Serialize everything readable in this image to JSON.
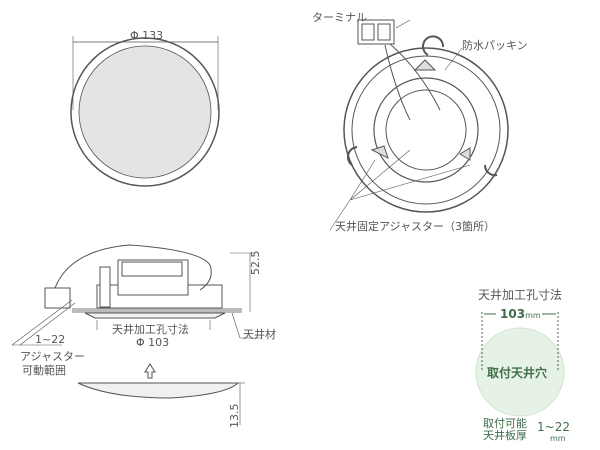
{
  "front_view": {
    "diameter": "Φ 133"
  },
  "rear_view": {
    "terminal": "ターミナル",
    "gasket": "防水パッキン",
    "adjuster": "天井固定アジャスター（3箇所）"
  },
  "side_view": {
    "height": "52.5",
    "cutout_label": "天井加工孔寸法",
    "cutout_value": "Φ 103",
    "ceiling_material": "天井材",
    "adjust_range_value": "1~22",
    "adjust_range_label_1": "アジャスター",
    "adjust_range_label_2": "可動範囲",
    "cover_height": "13.5"
  },
  "cutout_guide": {
    "title": "天井加工孔寸法",
    "size_value": "103",
    "size_unit": "mm",
    "hole_label": "取付天井穴",
    "thickness_label_1": "取付可能",
    "thickness_label_2": "天井板厚",
    "thickness_value": "1~22",
    "thickness_unit": "mm"
  },
  "colors": {
    "line": "#555555",
    "accent_green": "#3f6e4a",
    "hole_fill": "#e6f2e6"
  }
}
